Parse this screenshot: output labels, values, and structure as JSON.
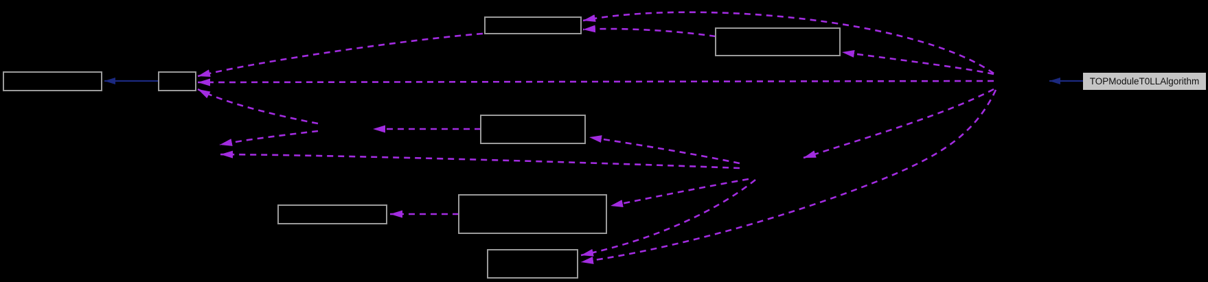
{
  "figure_type": "class-dependency-graph",
  "background": "#000000",
  "colors": {
    "bg": "#000000",
    "edge-dashed": "#A22CE0",
    "edge-solid": "#1B2980",
    "node-border": "#9B9B9B",
    "current-fill": "#C5C5C5",
    "current-text": "#111111"
  },
  "current_node": {
    "label": "TOPModuleT0LLAlgorithm"
  },
  "nodes": [
    {
      "id": "node-top",
      "label": ""
    },
    {
      "id": "node-top-right",
      "label": ""
    },
    {
      "id": "node-left-large",
      "label": ""
    },
    {
      "id": "node-left-small",
      "label": ""
    },
    {
      "id": "node-middle",
      "label": ""
    },
    {
      "id": "node-lower-left",
      "label": ""
    },
    {
      "id": "node-lower-large",
      "label": ""
    },
    {
      "id": "node-bottom",
      "label": ""
    },
    {
      "id": "current-node",
      "label": "TOPModuleT0LLAlgorithm"
    }
  ],
  "edges": [
    {
      "from": "hidden-right",
      "to": "node-top",
      "style": "dashed"
    },
    {
      "from": "node-top-right",
      "to": "node-top",
      "style": "dashed"
    },
    {
      "from": "hidden-right",
      "to": "node-top-right",
      "style": "dashed"
    },
    {
      "from": "hidden-right",
      "to": "node-left-small",
      "style": "dashed"
    },
    {
      "from": "node-top",
      "to": "node-left-small",
      "style": "dashed"
    },
    {
      "from": "hidden-center-left",
      "to": "node-left-small",
      "style": "dashed"
    },
    {
      "from": "node-middle",
      "to": "hidden-center-left",
      "style": "dashed"
    },
    {
      "from": "hidden-center-left",
      "to": "hidden-left",
      "style": "dashed"
    },
    {
      "from": "hidden-center",
      "to": "hidden-left",
      "style": "dashed"
    },
    {
      "from": "hidden-center",
      "to": "node-middle",
      "style": "dashed"
    },
    {
      "from": "hidden-center",
      "to": "node-lower-large",
      "style": "dashed"
    },
    {
      "from": "hidden-right",
      "to": "hidden-center",
      "style": "dashed"
    },
    {
      "from": "hidden-center",
      "to": "node-bottom",
      "style": "dashed"
    },
    {
      "from": "hidden-right",
      "to": "node-bottom",
      "style": "dashed"
    },
    {
      "from": "node-lower-large",
      "to": "node-lower-left",
      "style": "dashed"
    },
    {
      "from": "node-left-small",
      "to": "node-left-large",
      "style": "solid"
    },
    {
      "from": "current-node",
      "to": "hidden-right",
      "style": "solid"
    }
  ]
}
